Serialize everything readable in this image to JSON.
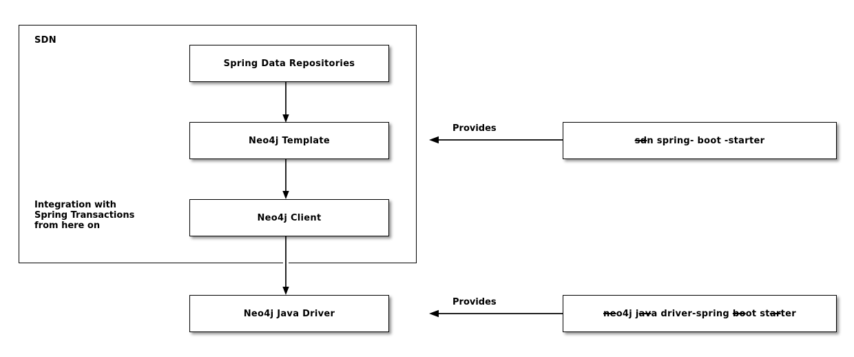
{
  "diagram": {
    "type": "architecture-diagram",
    "colors": {
      "background": "#ffffff",
      "line": "#000000",
      "box_fill": "#ffffff",
      "text": "#000000",
      "shadow": "#9e9e9e"
    },
    "container": {
      "label": "SDN"
    },
    "nodes": [
      {
        "label": "Spring Data Repositories"
      },
      {
        "label": "Neo4j Template"
      },
      {
        "label": "Neo4j Client"
      },
      {
        "label": "Neo4j Java Driver"
      },
      {
        "label": "sdn-spring-boot-starter",
        "label_segments": [
          {
            "text": "sd",
            "strike": true
          },
          {
            "text": "n spring- boot -starter",
            "strike": false
          }
        ]
      },
      {
        "label": "neo4j-java-driver-spring-boot-starter",
        "label_segments": [
          {
            "text": "ne",
            "strike": true
          },
          {
            "text": "o4j j",
            "strike": false
          },
          {
            "text": "av",
            "strike": true
          },
          {
            "text": "a driver-spring ",
            "strike": false
          },
          {
            "text": "bo",
            "strike": true
          },
          {
            "text": "ot st",
            "strike": false
          },
          {
            "text": "ar",
            "strike": true
          },
          {
            "text": "ter",
            "strike": false
          }
        ]
      }
    ],
    "edges": [
      {
        "from": "Spring Data Repositories",
        "to": "Neo4j Template",
        "label": ""
      },
      {
        "from": "Neo4j Template",
        "to": "Neo4j Client",
        "label": ""
      },
      {
        "from": "Neo4j Client",
        "to": "Neo4j Java Driver",
        "label": ""
      },
      {
        "from": "sdn-spring-boot-starter",
        "to": "Neo4j Template",
        "label": "Provides"
      },
      {
        "from": "neo4j-java-driver-spring-boot-starter",
        "to": "Neo4j Java Driver",
        "label": "Provides"
      }
    ],
    "annotations": {
      "note_lines": [
        "Integration with",
        "Spring Transactions",
        "from here on"
      ]
    }
  }
}
